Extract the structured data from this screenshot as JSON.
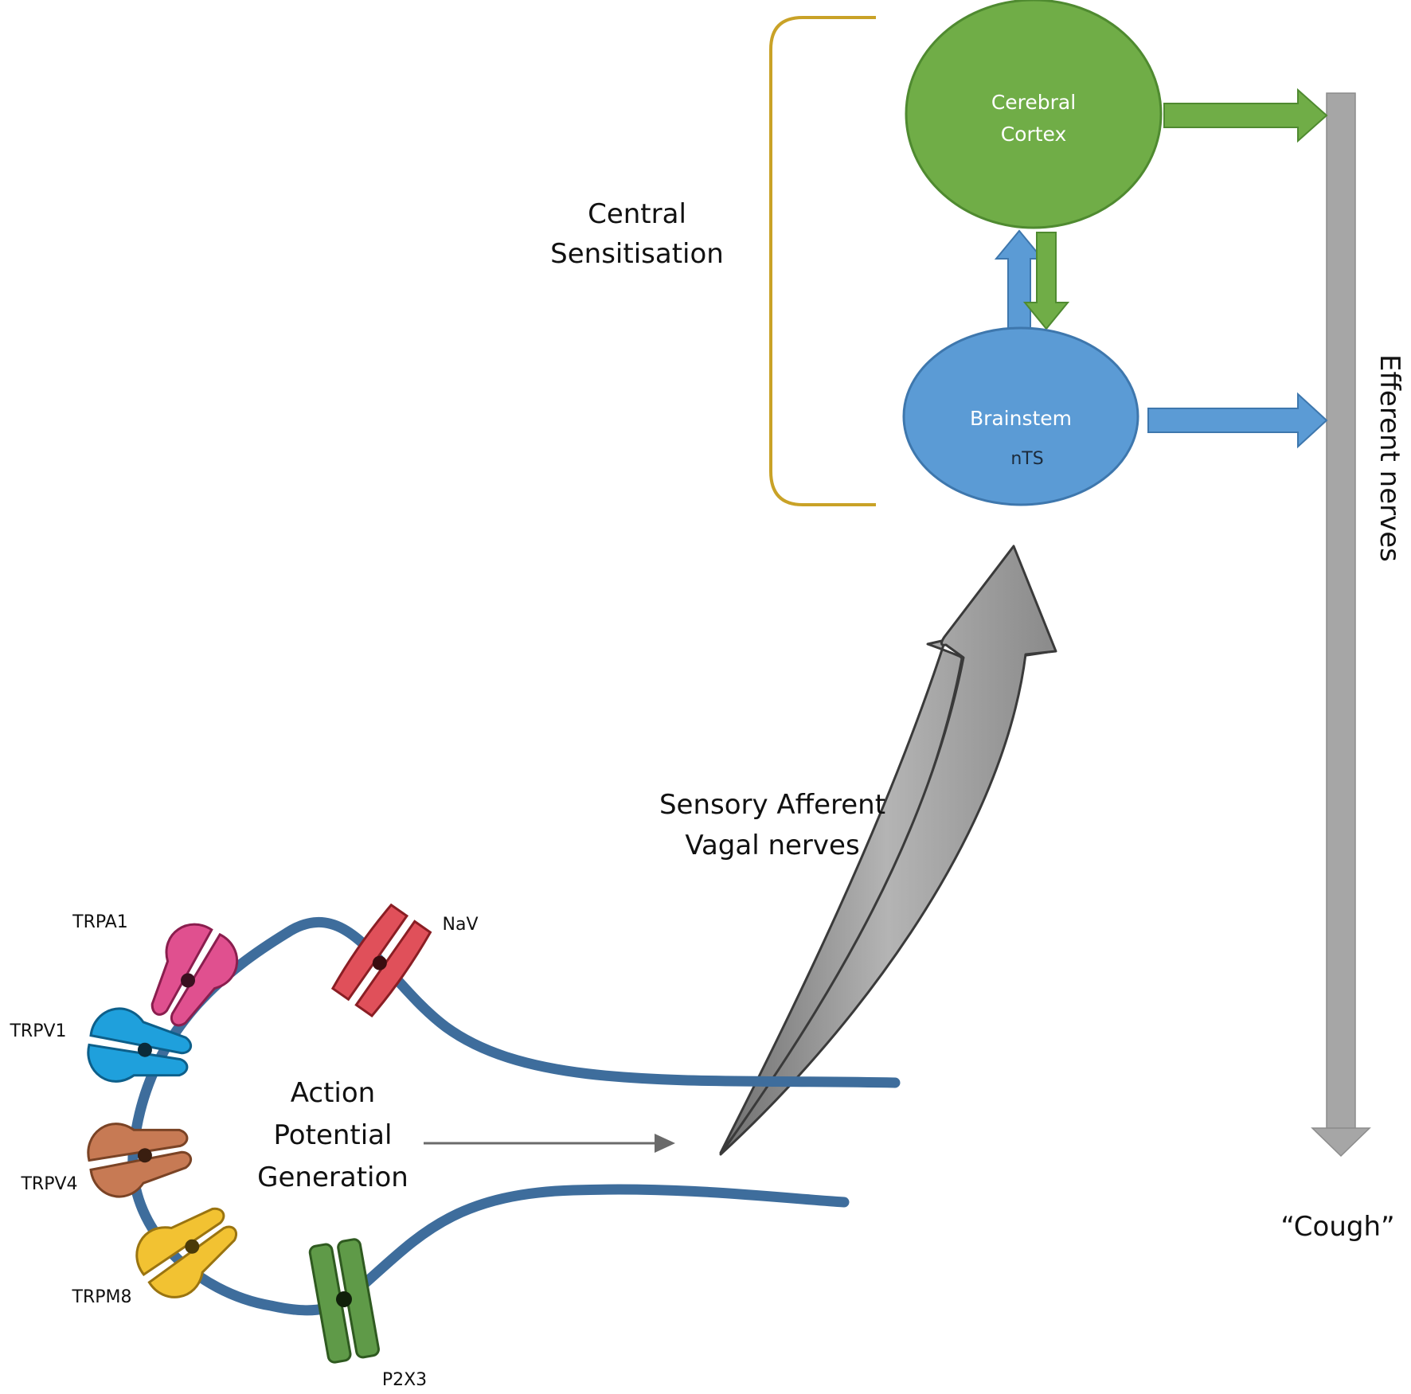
{
  "central_sensitisation": {
    "line1": "Central",
    "line2": "Sensitisation"
  },
  "cerebral_cortex": {
    "line1": "Cerebral",
    "line2": "Cortex"
  },
  "brainstem": {
    "line1": "Brainstem",
    "line2": "nTS"
  },
  "efferent_nerves": "Efferent nerves",
  "cough": "“Cough”",
  "sensory_afferent": {
    "line1": "Sensory Afferent",
    "line2": "Vagal nerves"
  },
  "action_potential": {
    "line1": "Action",
    "line2": "Potential",
    "line3": "Generation"
  },
  "channels": {
    "trpa1": "TRPA1",
    "trpv1": "TRPV1",
    "trpv4": "TRPV4",
    "trpm8": "TRPM8",
    "p2x3": "P2X3",
    "nav": "NaV"
  },
  "colors": {
    "cortex": "#70ad47",
    "brainstem": "#5b9bd5",
    "bracket": "#c9a227",
    "nerve": "#3e6d9c",
    "efferent": "#a6a6a6",
    "trpa1": "#e0508f",
    "trpv1": "#1fa0dc",
    "trpv4": "#c77a54",
    "trpm8": "#f2c232",
    "p2x3": "#5f9a48",
    "nav": "#e0505a"
  }
}
